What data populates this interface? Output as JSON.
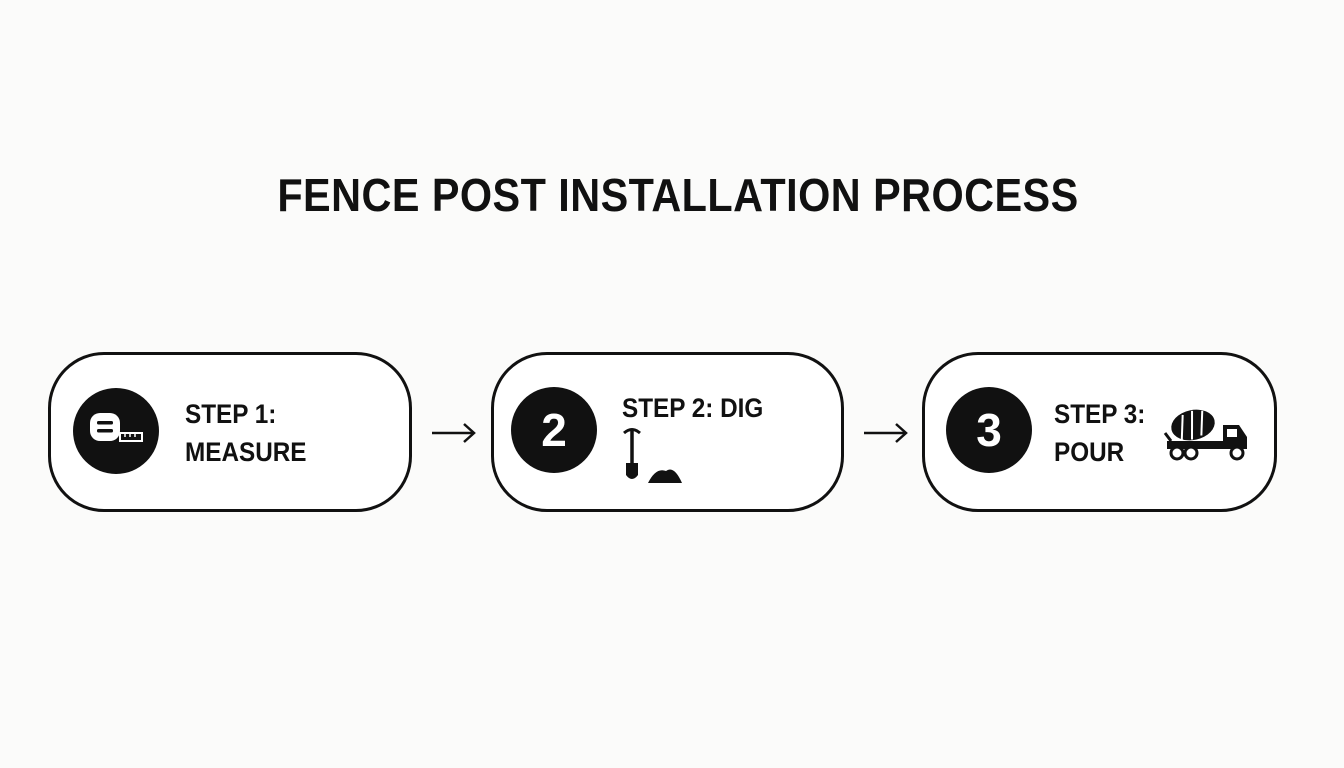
{
  "title": "FENCE POST INSTALLATION PROCESS",
  "steps": [
    {
      "line1": "STEP 1:",
      "line2": "MEASURE",
      "badge": "",
      "icon": "tape-measure-icon"
    },
    {
      "line1": "STEP 2: DIG",
      "line2": "",
      "badge": "2",
      "icon": "shovel-icon"
    },
    {
      "line1": "STEP 3:",
      "line2": "POUR",
      "badge": "3",
      "icon": "cement-truck-icon"
    }
  ],
  "colors": {
    "ink": "#111111",
    "background": "#fbfbfa",
    "card": "#ffffff"
  }
}
